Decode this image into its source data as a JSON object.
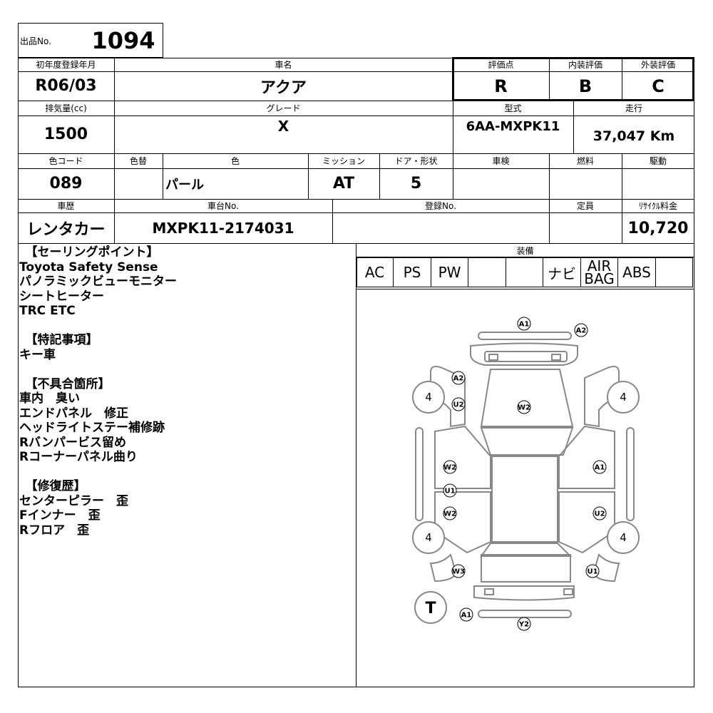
{
  "lot": {
    "label": "出品No.",
    "number": "1094"
  },
  "headers": {
    "first_reg": "初年度登録年月",
    "car_name": "車名",
    "score": "評価点",
    "interior": "内装評価",
    "exterior": "外装評価",
    "displacement": "排気量(cc)",
    "grade": "グレード",
    "model": "型式",
    "mileage": "走行",
    "color_code": "色コード",
    "color_change": "色替",
    "color": "色",
    "mission": "ミッション",
    "door_shape": "ドア・形状",
    "inspection": "車検",
    "fuel": "燃料",
    "drive": "駆動",
    "history": "車歴",
    "chassis": "車台No.",
    "registration": "登録No.",
    "capacity": "定員",
    "recycle": "ﾘｻｲｸﾙ料金",
    "equipment": "装備"
  },
  "values": {
    "first_reg": "R06/03",
    "car_name": "アクア",
    "score": "R",
    "interior": "B",
    "exterior": "C",
    "displacement": "1500",
    "grade": "X",
    "model": "6AA-MXPK11",
    "mileage": "37,047 Km",
    "color_code": "089",
    "color": "パール",
    "mission": "AT",
    "door_shape": "5",
    "history": "レンタカー",
    "chassis": "MXPK11-2174031",
    "recycle": "10,720"
  },
  "equipment": [
    "AC",
    "PS",
    "PW",
    "",
    "",
    "ナビ",
    "AIR\nBAG",
    "ABS",
    ""
  ],
  "notes": [
    "　【セーリングポイント】",
    "Toyota Safety Sense",
    "パノラミックビューモニター",
    "シートヒーター",
    "TRC ETC",
    "",
    "　【特記事項】",
    "キー車",
    "",
    "　【不具合箇所】",
    "車内　臭い",
    "エンドパネル　修正",
    "ヘッドライトステー補修跡",
    "Rバンパービス留め",
    "Rコーナーパネル曲り",
    "",
    "　【修復歴】",
    "センターピラー　歪",
    "Fインナー　歪",
    "Rフロア　歪"
  ],
  "diagram": {
    "tires": [
      "4",
      "4",
      "4",
      "4"
    ],
    "spare": "T",
    "marks": [
      "A1",
      "A2",
      "A2",
      "U2",
      "W2",
      "W2",
      "A1",
      "U1",
      "W2",
      "U2",
      "W3",
      "U1",
      "A1",
      "Y2"
    ]
  }
}
